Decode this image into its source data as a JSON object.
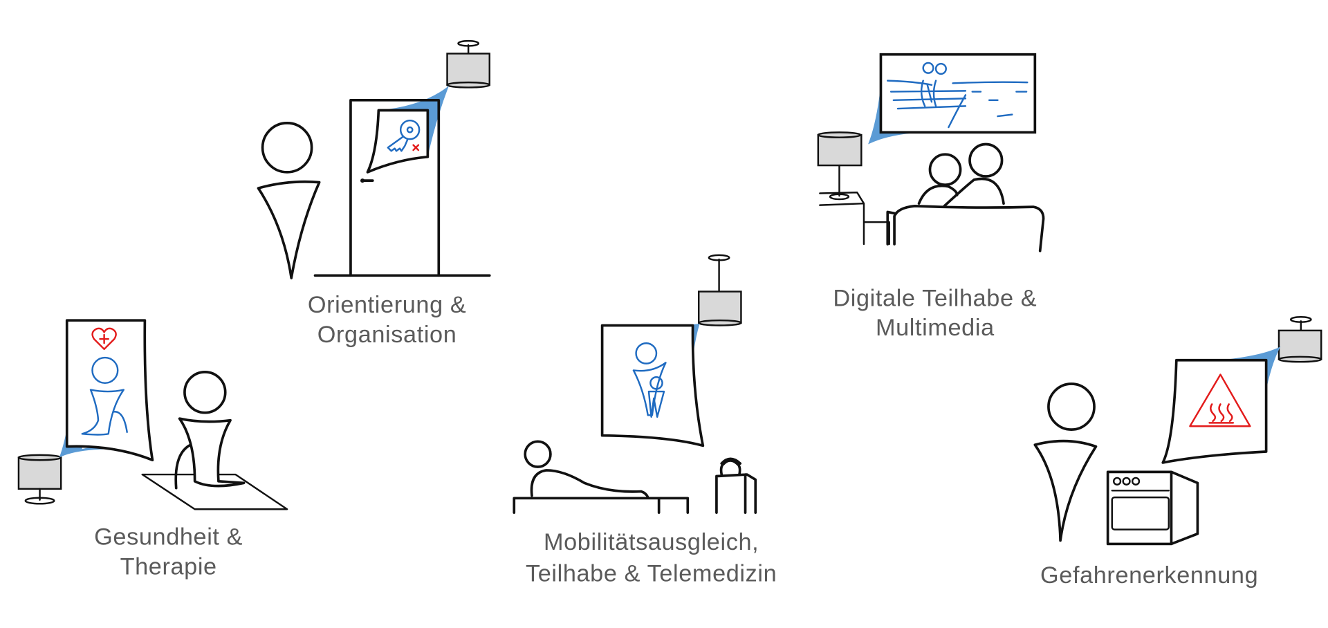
{
  "scenes": {
    "orientation": {
      "line1": "Orientierung &",
      "line2": "Organisation"
    },
    "health": {
      "line1": "Gesundheit &",
      "line2": "Therapie"
    },
    "mobility": {
      "line1": "Mobilitätsausgleich,",
      "line2": "Teilhabe & Telemedizin"
    },
    "digital": {
      "line1": "Digitale Teilhabe &",
      "line2": "Multimedia"
    },
    "danger": {
      "line1": "Gefahrenerkennung"
    }
  },
  "colors": {
    "projection": "#5b9bd5",
    "icon_blue": "#1f6bc1",
    "alert_red": "#e31b1b",
    "lamp_shade": "#d9d9d9",
    "label": "#5a5a5a"
  }
}
